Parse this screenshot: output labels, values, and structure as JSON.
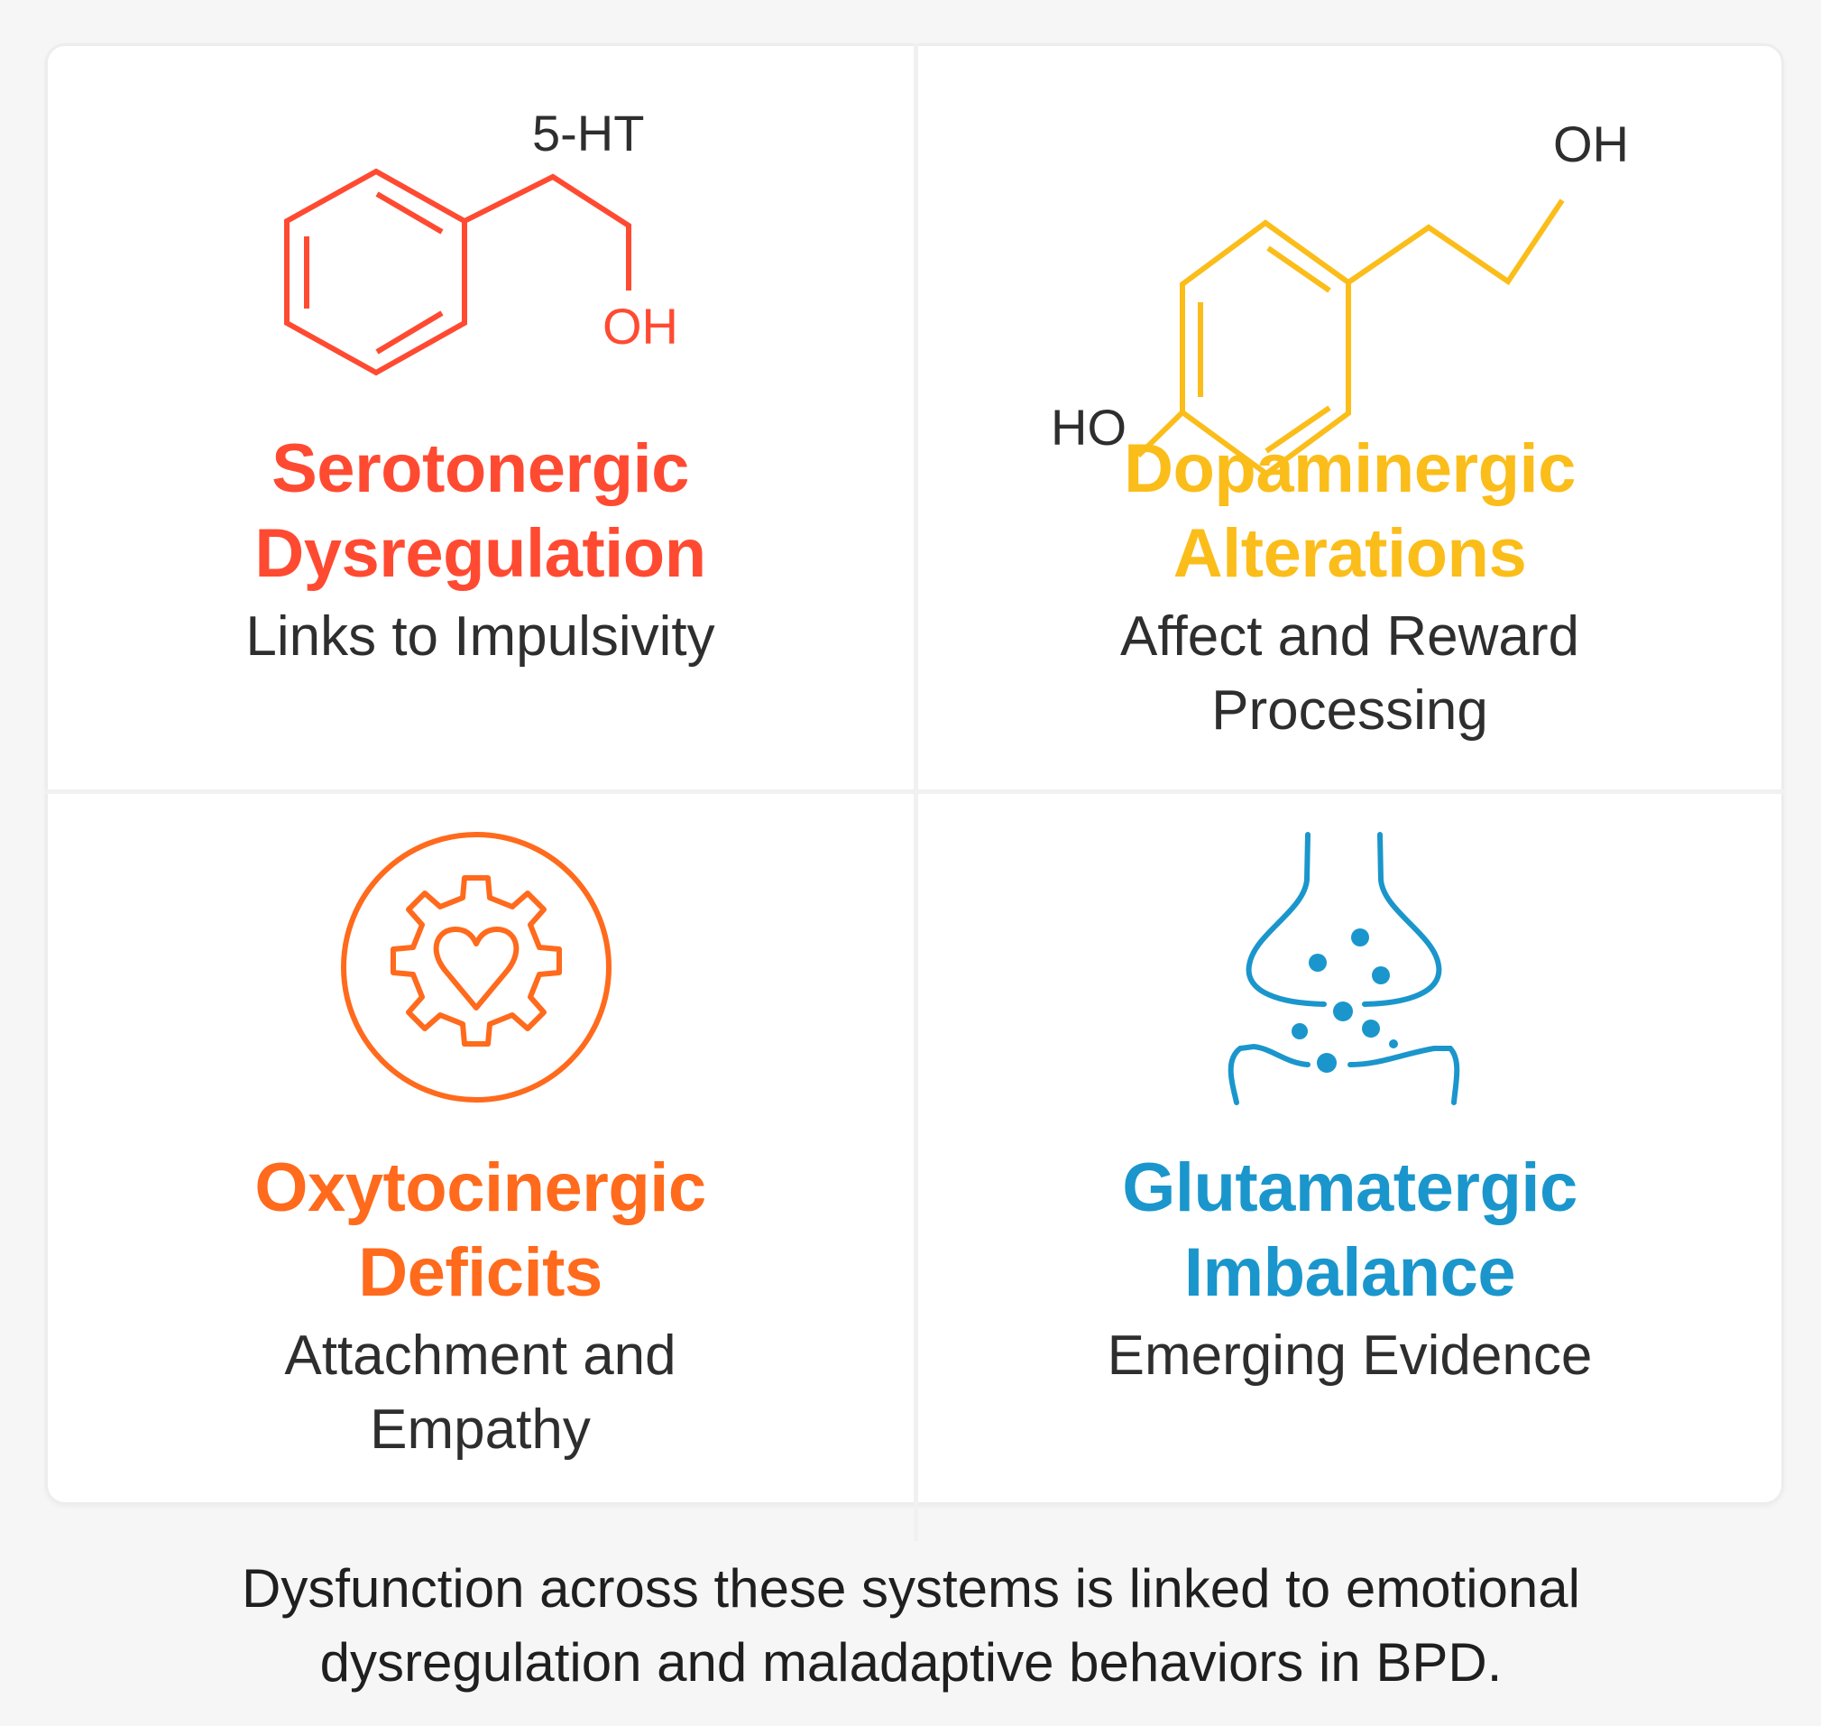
{
  "colors": {
    "serotonergic": "#ff4a32",
    "dopaminergic": "#fbbd1a",
    "oxytocinergic": "#ff6a1c",
    "glutamatergic": "#1a96cc",
    "text": "#2b2b2b",
    "background": "#f6f6f6",
    "card": "#ffffff"
  },
  "quadrants": [
    {
      "id": "serotonergic",
      "icon": "serotonin-molecule-icon",
      "molecule_labels": {
        "top": "5-HT",
        "hydroxyl": "OH"
      },
      "title_line1": "Serotonergic",
      "title_line2": "Dysregulation",
      "subtitle_line1": "Links to Impulsivity",
      "subtitle_line2": ""
    },
    {
      "id": "dopaminergic",
      "icon": "dopamine-molecule-icon",
      "molecule_labels": {
        "hydroxyl_top": "OH",
        "hydroxyl_left": "HO"
      },
      "title_line1": "Dopaminergic",
      "title_line2": "Alterations",
      "subtitle_line1": "Affect and Reward",
      "subtitle_line2": "Processing"
    },
    {
      "id": "oxytocinergic",
      "icon": "gear-heart-icon",
      "title_line1": "Oxytocinergic",
      "title_line2": "Deficits",
      "subtitle_line1": "Attachment and",
      "subtitle_line2": "Empathy"
    },
    {
      "id": "glutamatergic",
      "icon": "synapse-icon",
      "title_line1": "Glutamatergic",
      "title_line2": "Imbalance",
      "subtitle_line1": "Emerging Evidence",
      "subtitle_line2": ""
    }
  ],
  "footer": {
    "line1": "Dysfunction across these systems is linked to emotional",
    "line2": "dysregulation and maladaptive behaviors in BPD."
  }
}
